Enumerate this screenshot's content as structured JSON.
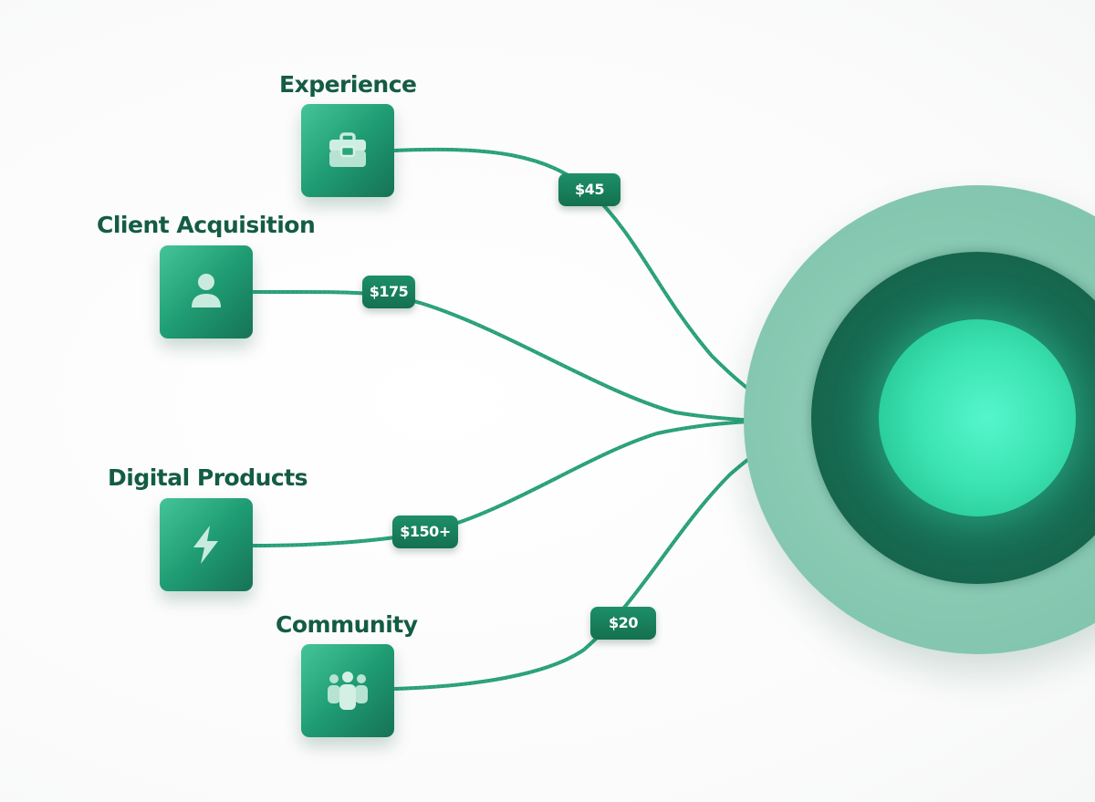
{
  "colors": {
    "brand_dark": "#145c44",
    "brand": "#1f9c73",
    "connector": "#1e9a70",
    "hub_glow": "#45ecbd",
    "hub_ring": "#16684f",
    "hub_halo": "#8fcdb7"
  },
  "nodes": [
    {
      "label": "Experience",
      "icon": "briefcase-icon",
      "price": "$45"
    },
    {
      "label": "Client Acquisition",
      "icon": "person-icon",
      "price": "$175"
    },
    {
      "label": "Digital Products",
      "icon": "lightning-bolt-icon",
      "price": "$150+"
    },
    {
      "label": "Community",
      "icon": "group-icon",
      "price": "$20"
    }
  ],
  "hub": {
    "label": ""
  }
}
